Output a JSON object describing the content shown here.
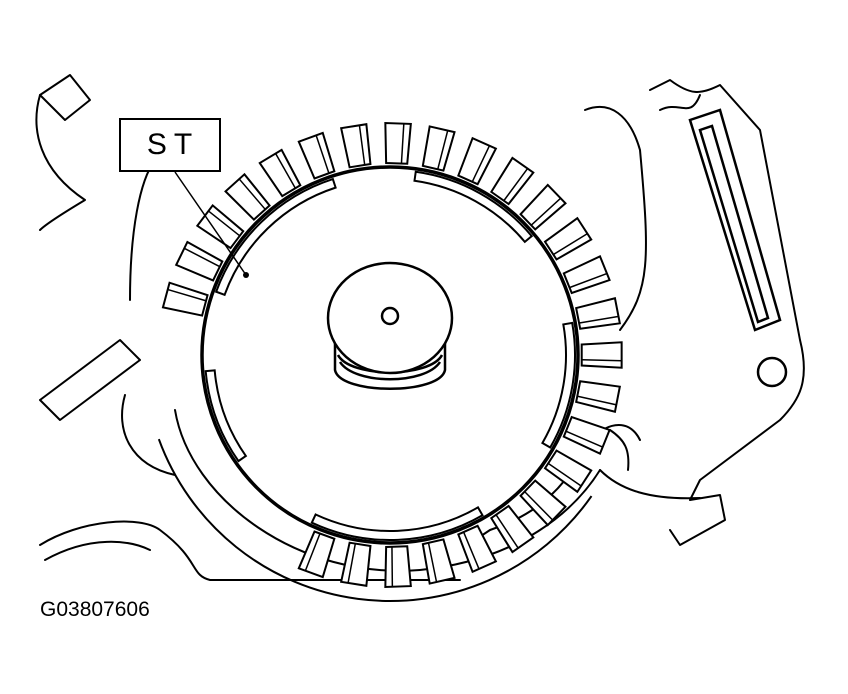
{
  "callout": {
    "label": "ST"
  },
  "figure": {
    "id": "G03807606"
  },
  "colors": {
    "line": "#000000",
    "background": "#ffffff"
  },
  "ring": {
    "tooth_count": 26,
    "slot_count": 5
  }
}
